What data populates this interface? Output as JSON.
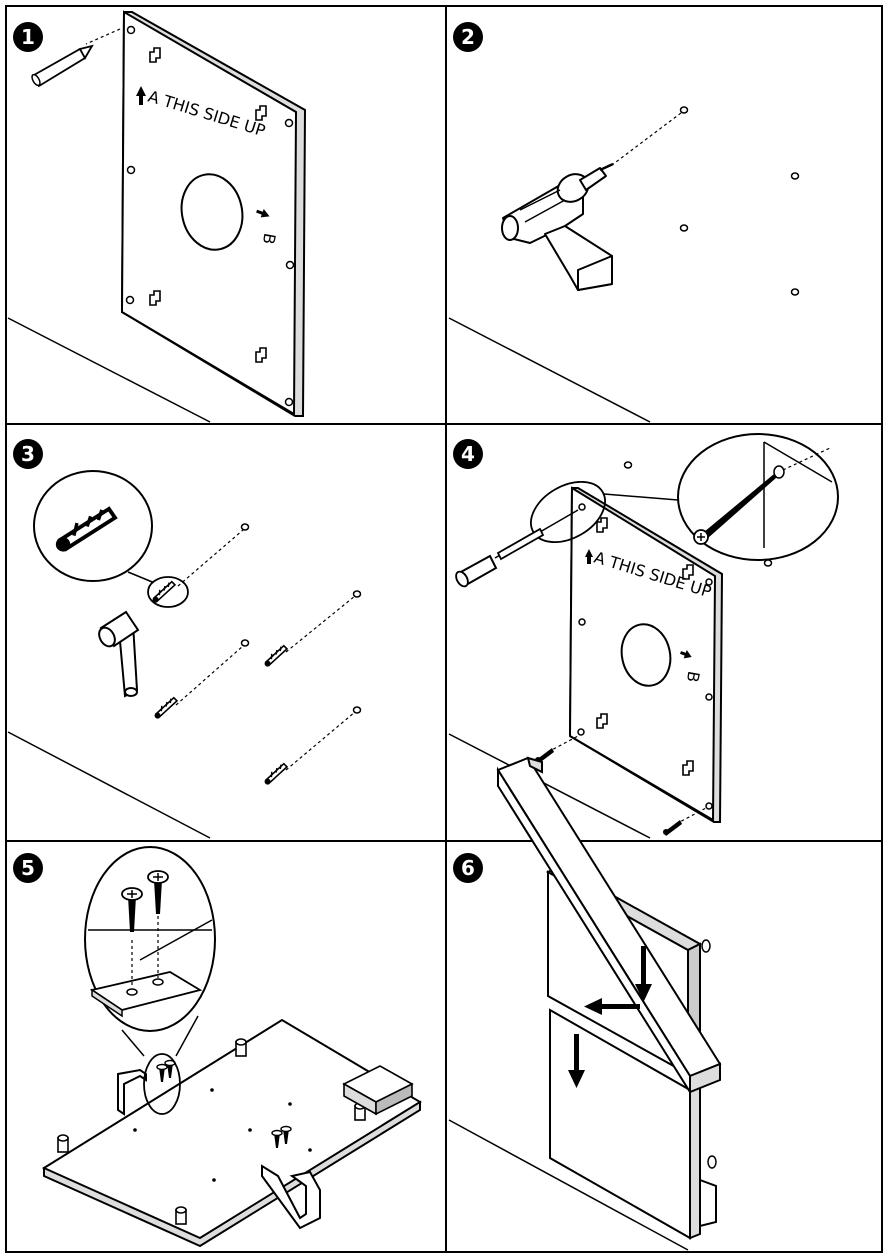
{
  "steps": [
    {
      "number": "1",
      "plate_label": "A THIS SIDE UP",
      "side_label": "B"
    },
    {
      "number": "2"
    },
    {
      "number": "3"
    },
    {
      "number": "4",
      "plate_label": "A THIS SIDE UP",
      "side_label": "B"
    },
    {
      "number": "5"
    },
    {
      "number": "6"
    }
  ],
  "colors": {
    "line": "#000000",
    "background": "#ffffff",
    "badge": "#000000",
    "badge_text": "#ffffff"
  },
  "icons": [
    "pencil-icon",
    "drill-icon",
    "wall-anchor-icon",
    "hammer-icon",
    "screwdriver-icon",
    "screw-icon",
    "arrow-down-icon",
    "arrow-left-icon"
  ]
}
